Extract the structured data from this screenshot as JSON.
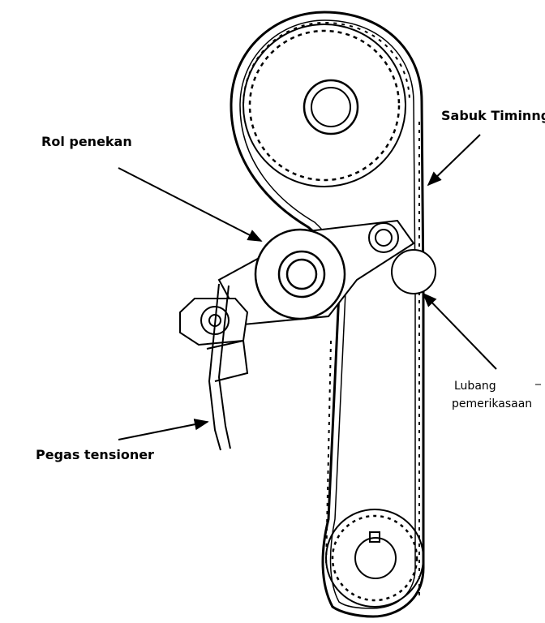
{
  "labels": {
    "sabuk": "Sabuk Timinng",
    "rol": "Rol penekan",
    "lubang_line1": "Lubang",
    "lubang_line2": "pemerikasaan",
    "pegas": "Pegas tensioner"
  },
  "colors": {
    "ink": "#000000",
    "paper": "#ffffff"
  },
  "icons": [
    "cam-pulley-icon",
    "crank-pulley-icon",
    "tensioner-roller-icon",
    "idler-roller-icon",
    "spring-icon"
  ]
}
